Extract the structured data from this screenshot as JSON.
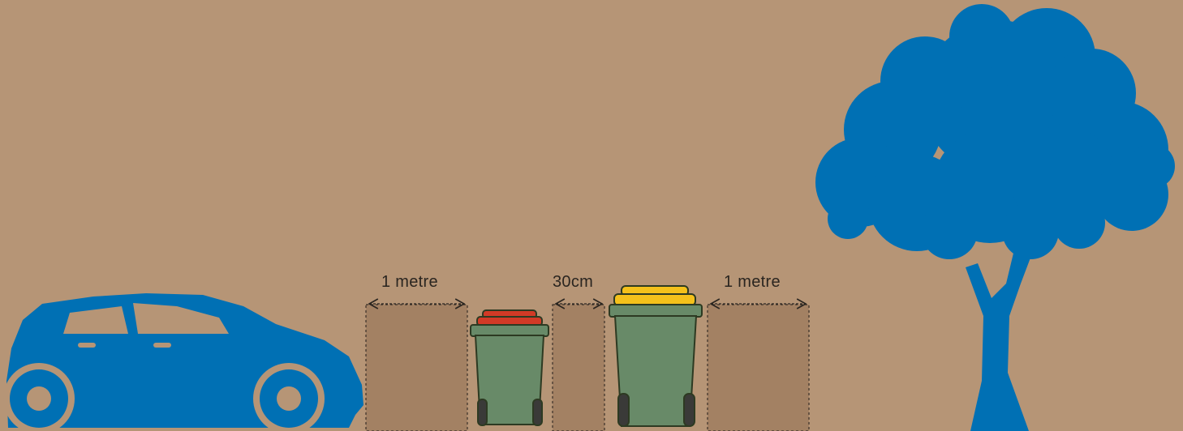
{
  "labels": {
    "left_gap": "1 metre",
    "middle_gap": "30cm",
    "right_gap": "1 metre"
  },
  "colors": {
    "background": "#b69576",
    "clearance_zone": "#a38163",
    "silhouette": "#0070b4",
    "bin_body": "#688a68",
    "red_lid": "#d23a26",
    "yellow_lid": "#f4c11b"
  },
  "icons": {
    "car": "car-icon",
    "tree": "tree-icon",
    "red_bin": "red-lid-bin-icon",
    "yellow_bin": "yellow-lid-bin-icon"
  }
}
